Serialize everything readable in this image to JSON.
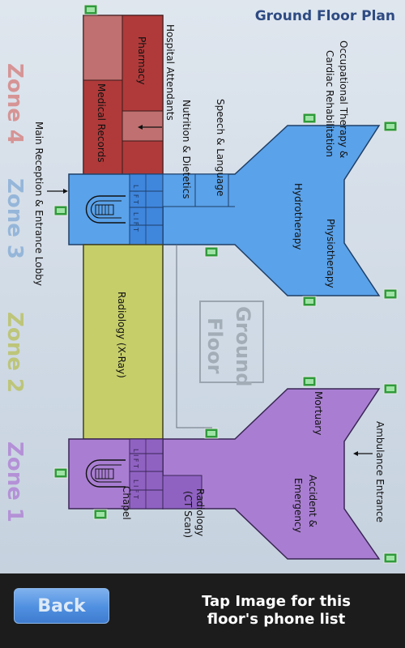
{
  "header": {
    "title": "Ground Floor Plan"
  },
  "zones": {
    "zone4": "Zone 4",
    "zone3": "Zone 3",
    "zone2": "Zone 2",
    "zone1": "Zone 1"
  },
  "rooms": {
    "hospital_attendants": "Hospital Attendants",
    "pharmacy": "Pharmacy",
    "medical_records": "Medical Records",
    "nutrition_dietetics": "Nutrition & Dietetics",
    "speech_language": "Speech & Language",
    "occupational_therapy_line1": "Occupational Therapy &",
    "occupational_therapy_line2": "Cardiac Rehabilitation",
    "hydrotherapy": "Hydrotherapy",
    "physiotherapy": "Physiotherapy",
    "main_reception": "Main Reception & Entrance Lobby",
    "radiology_xray": "Radiology (X-Ray)",
    "mortuary": "Mortuary",
    "ambulance_entrance": "Ambulance Entrance",
    "accident_emergency_line1": "Accident &",
    "accident_emergency_line2": "Emergency",
    "radiology_ct_line1": "Radiology",
    "radiology_ct_line2": "(CT Scan)",
    "chapel": "Chapel"
  },
  "lift_label": "L I F T",
  "floor_stamp": {
    "line1": "Ground",
    "line2": "Floor"
  },
  "colors": {
    "red": "#b03a3a",
    "red_light": "#c07070",
    "blue": "#5aa2ea",
    "blue_dark": "#3f86dd",
    "yellow": "#c6ce6a",
    "purple": "#a97ed2",
    "purple_dark": "#8f62c2",
    "zone_grey": "#9aa7b3",
    "bottom_bar": "#1c1c1c"
  },
  "footer": {
    "back_label": "Back",
    "hint_line1": "Tap Image for this",
    "hint_line2": "floor's phone list"
  }
}
